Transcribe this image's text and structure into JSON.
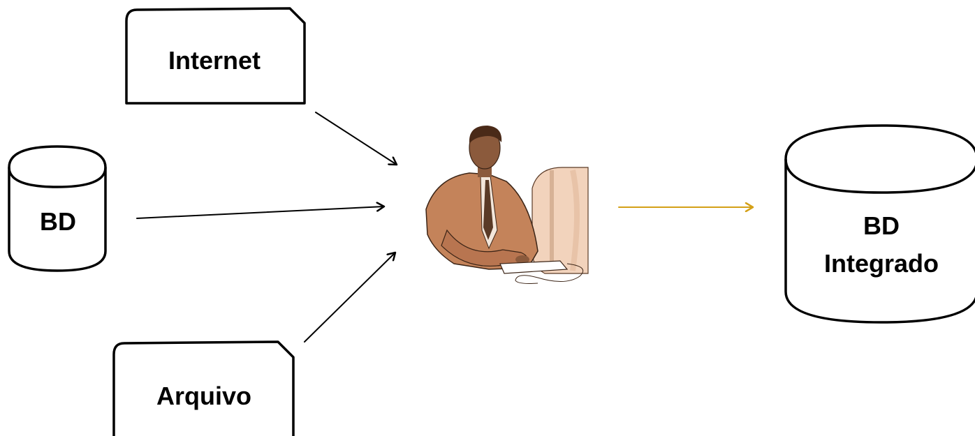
{
  "nodes": {
    "internet": {
      "label": "Internet"
    },
    "bd_source": {
      "label": "BD"
    },
    "arquivo": {
      "label": "Arquivo"
    },
    "bd_integrado": {
      "line1": "BD",
      "line2": "Integrado"
    }
  },
  "icons": {
    "integrator": "person-at-computer-icon"
  },
  "colors": {
    "outline": "#000000",
    "output_arrow": "#D4A017",
    "person_jacket": "#C4835A",
    "person_skin": "#8B5A3C",
    "monitor": "#F2D3BC"
  }
}
